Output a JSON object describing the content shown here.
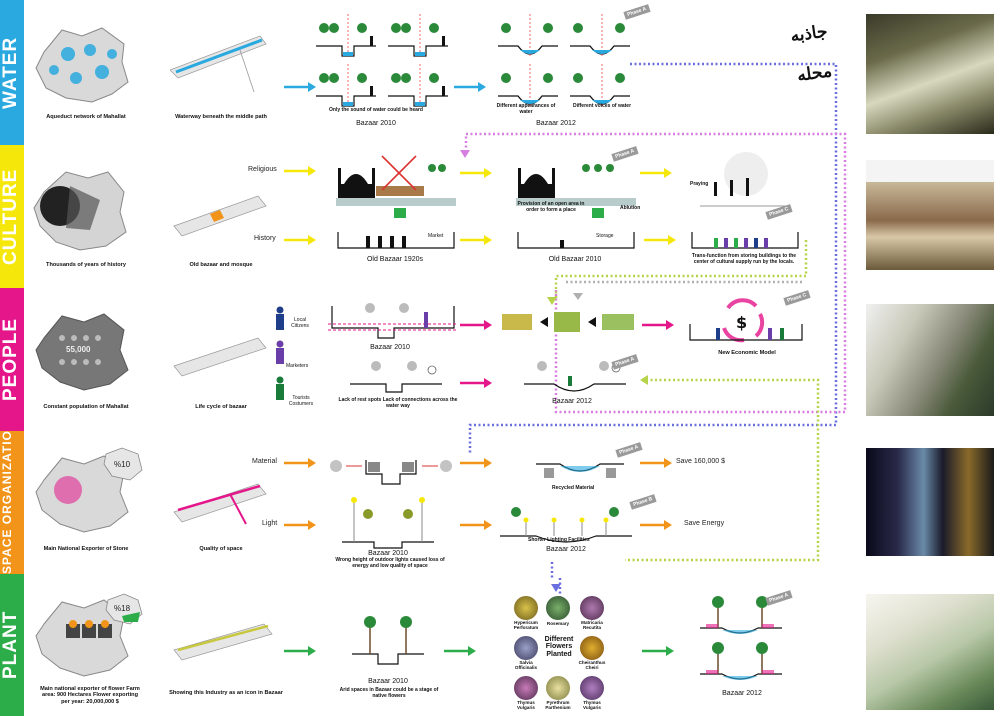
{
  "bands": [
    {
      "label": "WATER",
      "color": "#29a9df"
    },
    {
      "label": "CULTURE",
      "color": "#f6e70a"
    },
    {
      "label": "PEOPLE",
      "color": "#e4168a"
    },
    {
      "label": "SPACE ORGANIZATION",
      "color": "#f29419"
    },
    {
      "label": "PLANT",
      "color": "#2cad4a"
    }
  ],
  "logo": "جاذبه محله",
  "water": {
    "map_caption": "Aqueduct network of Mahallat",
    "plan_caption": "Waterway beneath the middle path",
    "caption_2010": "Only the sound of water could be heard",
    "title_2010": "Bazaar 2010",
    "caption_app": "Different appearances of water",
    "caption_voice": "Different voices of water",
    "title_2012": "Bazaar 2012",
    "phase": "Phase A"
  },
  "culture": {
    "map_caption": "Thousands of years of history",
    "plan_caption": "Old bazaar and mosque",
    "row_religious": "Religious",
    "row_history": "History",
    "market": "Market",
    "storage": "Storage",
    "title_1920": "Old Bazaar 1920s",
    "title_2010": "Old Bazaar 2010",
    "caption_open": "Provision of an open area in order to form a place",
    "label_ablution": "Ablution",
    "label_praying": "Praying",
    "caption_trans": "Trans-function from storing buildings to the center of cultural supply run by the locals.",
    "phase_a": "Phase A",
    "phase_c": "Phase C"
  },
  "people": {
    "map_caption": "Constant population of Mahallat",
    "plan_caption": "Life cycle of bazaar",
    "legend": [
      "Local Citizens",
      "Marketers",
      "Tourists Costumers"
    ],
    "title_2010": "Bazaar 2010",
    "caption_rest": "Lack of rest spots Lack of connections across the water way",
    "title_2012": "Bazaar 2012",
    "model_caption": "New Economic Model",
    "phase_a": "Phase A",
    "phase_c": "Phase C",
    "population": "55,000"
  },
  "space": {
    "map_caption": "Main National Exporter of Stone",
    "plan_caption": "Quality of space",
    "percent": "%10",
    "row_material": "Material",
    "row_light": "Light",
    "recycled": "Recycled Material",
    "save_money": "Save 160,000 $",
    "save_energy": "Save Energy",
    "title_2010": "Bazaar 2010",
    "caption_2010": "Wrong height of outdoor lights caused loss of energy and low quality of space",
    "title_2012": "Bazaar 2012",
    "caption_2012": "Shorter Lighting Facilities",
    "phase_a": "Phase A",
    "phase_b": "Phase B"
  },
  "plant": {
    "map_caption": "Main national exporter of flower Farm area: 900 Hectares Flower exporting per year: 20,000,000 $",
    "plan_caption": "Showing this Industry as an icon in Bazaar",
    "percent": "%18",
    "title_2010": "Bazaar 2010",
    "caption_2010": "Arid spaces in Bazaar could be a stage of native flowers",
    "flowers": [
      "Hypericum Perforatum",
      "Rosemary",
      "Matricaria Recutita",
      "Salvia Officinalis",
      "Cheiranthus Cheiri",
      "Thymus Vulgaris",
      "Pyrethrum Parthenium",
      "Thymus Vulgaris"
    ],
    "center_label": "Different Flowers Planted",
    "title_2012": "Bazaar 2012",
    "phase": "Phase A"
  },
  "colors": {
    "water": "#29a9df",
    "culture": "#f6e70a",
    "people": "#e4168a",
    "space": "#f29419",
    "plant": "#2cad4a",
    "dot_blue": "#6a6fe0",
    "dot_pink": "#d77fe0",
    "dot_green": "#b6d34a"
  }
}
